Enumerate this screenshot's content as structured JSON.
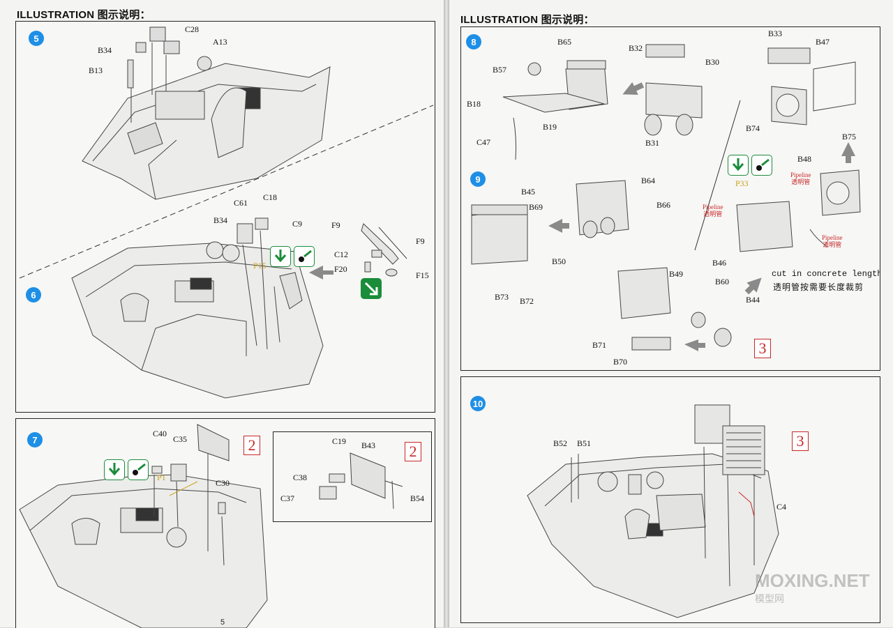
{
  "header": {
    "left": "ILLUSTRATION 图示说明：",
    "right": "ILLUSTRATION 图示说明："
  },
  "steps": {
    "s5": {
      "num": "5",
      "labels": {
        "c28": "C28",
        "b34": "B34",
        "a13": "A13",
        "b13": "B13"
      }
    },
    "s6": {
      "num": "6",
      "labels": {
        "c18": "C18",
        "c61": "C61",
        "c9": "C9",
        "b34": "B34",
        "p15": "P15",
        "f9a": "F9",
        "f9b": "F9",
        "c12": "C12",
        "f20": "F20",
        "f15": "F15"
      }
    },
    "s7": {
      "num": "7",
      "labels": {
        "c40": "C40",
        "c35": "C35",
        "p1": "P1",
        "c30": "C30",
        "c19": "C19",
        "b43": "B43",
        "c38": "C38",
        "c37": "C37",
        "b54": "B54"
      },
      "ref_a": "2",
      "ref_b": "2"
    },
    "s8": {
      "num": "8",
      "labels": {
        "b65": "B65",
        "b57": "B57",
        "b18": "B18",
        "b19": "B19",
        "c47": "C47",
        "b32": "B32",
        "b30": "B30",
        "b31": "B31",
        "b33": "B33",
        "b47": "B47",
        "b74": "B74",
        "b75": "B75"
      }
    },
    "s9": {
      "num": "9",
      "labels": {
        "b45": "B45",
        "b69": "B69",
        "b50": "B50",
        "b73": "B73",
        "b72": "B72",
        "b64": "B64",
        "b66": "B66",
        "b46": "B46",
        "b49": "B49",
        "b60": "B60",
        "b44": "B44",
        "b71": "B71",
        "b70": "B70",
        "b48": "B48",
        "p33": "P33"
      },
      "pipeline_a": "Pipeline\n透明管",
      "pipeline_b": "Pipeline\n透明管",
      "pipeline_c": "Pipeline\n透明管",
      "note_en": "cut in concrete length",
      "note_cn": "透明管按需要长度裁剪",
      "ref": "3"
    },
    "s10": {
      "num": "10",
      "labels": {
        "b52": "B52",
        "b51": "B51",
        "c4": "C4"
      },
      "ref": "3"
    }
  },
  "footer": {
    "left_page": "5"
  },
  "watermark": {
    "main": "MOXING.NET",
    "sub": "模型网"
  },
  "colors": {
    "step_badge": "#1e8fe6",
    "ref_red": "#c62828",
    "paint_green": "#1a8c3a",
    "part_yellow": "#c9a21a"
  }
}
